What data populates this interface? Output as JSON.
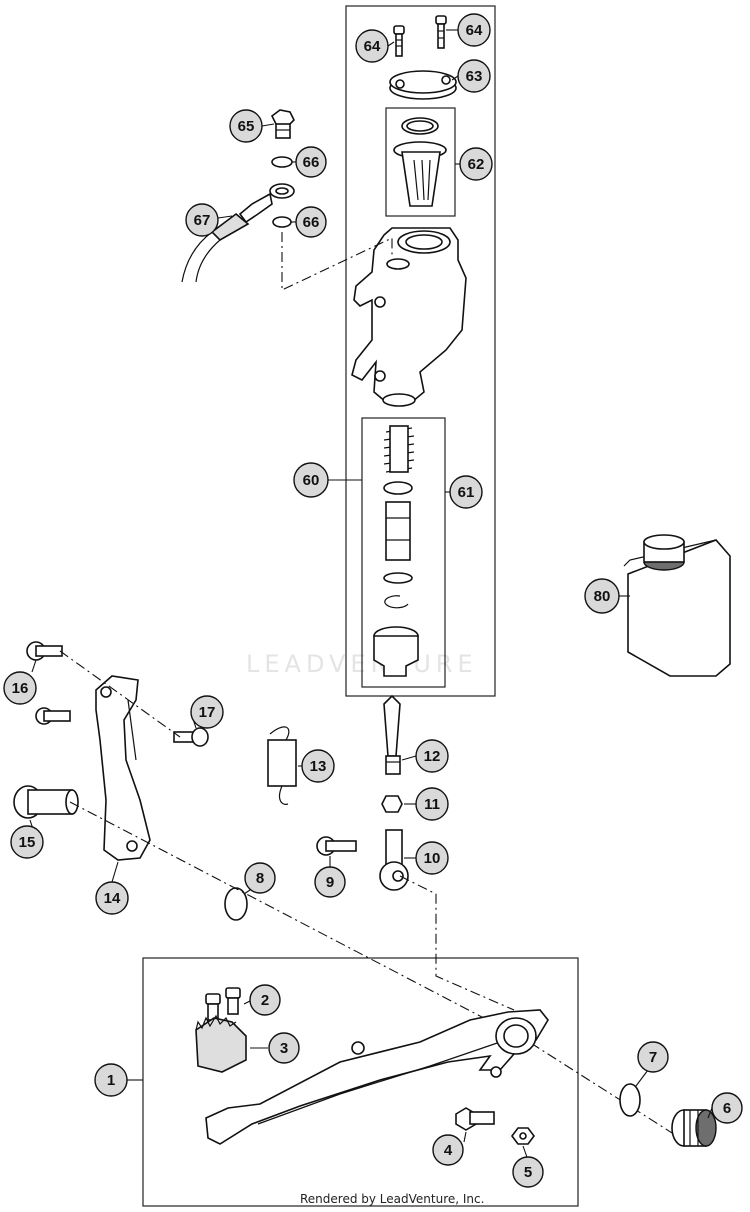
{
  "diagram": {
    "watermark": "LEADVENTURE",
    "credit": "Rendered by LeadVenture, Inc.",
    "callouts": {
      "c1": "1",
      "c2": "2",
      "c3": "3",
      "c4": "4",
      "c5": "5",
      "c6": "6",
      "c7": "7",
      "c8": "8",
      "c9": "9",
      "c10": "10",
      "c11": "11",
      "c12": "12",
      "c13": "13",
      "c14": "14",
      "c15": "15",
      "c16": "16",
      "c17": "17",
      "c60": "60",
      "c61": "61",
      "c62": "62",
      "c63": "63",
      "c64a": "64",
      "c64b": "64",
      "c65": "65",
      "c66a": "66",
      "c66b": "66",
      "c67": "67",
      "c80": "80"
    }
  }
}
